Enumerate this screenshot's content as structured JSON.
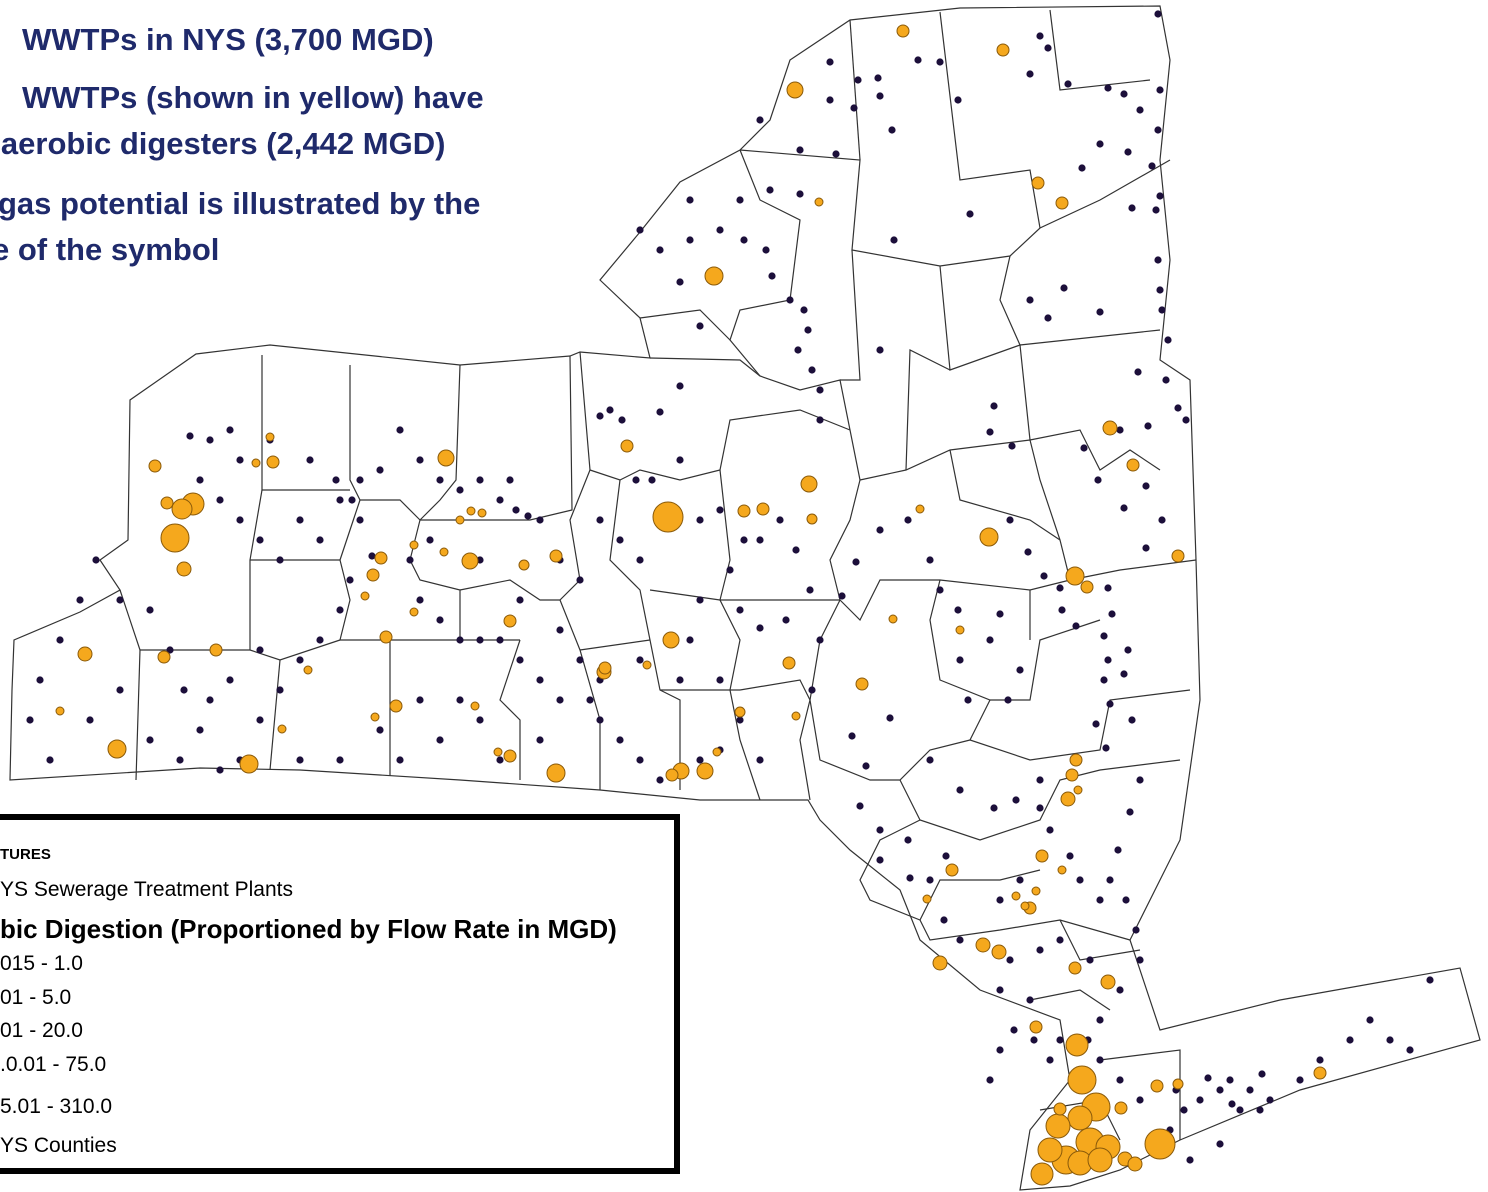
{
  "bullets": [
    "WWTPs in NYS (3,700 MGD)",
    "WWTPs (shown in yellow) have",
    "naerobic digesters (2,442 MGD)",
    "gas potential is illustrated by the",
    "e of the symbol"
  ],
  "legend": {
    "section": "TURES",
    "plants_layer": "YS Sewerage Treatment Plants",
    "heading": "bic Digestion (Proportioned by Flow Rate in MGD)",
    "classes": [
      "015 - 1.0",
      "01 - 5.0",
      "01 - 20.0",
      ".0.01 - 75.0",
      "5.01 - 310.0"
    ],
    "counties_layer": "YS Counties"
  },
  "colors": {
    "plant_dot": "#1c0f3a",
    "digester_fill": "#f5a81d",
    "digester_stroke": "#8a5a0a",
    "county_line": "#333333",
    "bullet_text": "#1f2a6b"
  },
  "map_data": {
    "plants": [
      [
        905,
        30
      ],
      [
        1040,
        36
      ],
      [
        1158,
        14
      ],
      [
        918,
        60
      ],
      [
        940,
        62
      ],
      [
        1048,
        48
      ],
      [
        1030,
        74
      ],
      [
        1068,
        84
      ],
      [
        1108,
        88
      ],
      [
        1124,
        94
      ],
      [
        1160,
        90
      ],
      [
        1140,
        110
      ],
      [
        1158,
        130
      ],
      [
        1100,
        144
      ],
      [
        1128,
        152
      ],
      [
        1082,
        168
      ],
      [
        1152,
        166
      ],
      [
        1160,
        196
      ],
      [
        1132,
        208
      ],
      [
        1156,
        210
      ],
      [
        1158,
        260
      ],
      [
        1160,
        290
      ],
      [
        1162,
        310
      ],
      [
        1100,
        312
      ],
      [
        1064,
        288
      ],
      [
        1030,
        300
      ],
      [
        1048,
        318
      ],
      [
        1168,
        340
      ],
      [
        1166,
        380
      ],
      [
        1138,
        372
      ],
      [
        1178,
        408
      ],
      [
        1148,
        426
      ],
      [
        1120,
        430
      ],
      [
        1186,
        420
      ],
      [
        1084,
        448
      ],
      [
        1098,
        480
      ],
      [
        1146,
        486
      ],
      [
        1124,
        508
      ],
      [
        1162,
        520
      ],
      [
        1146,
        548
      ],
      [
        1178,
        556
      ],
      [
        1108,
        588
      ],
      [
        1112,
        614
      ],
      [
        1104,
        636
      ],
      [
        1108,
        660
      ],
      [
        1104,
        680
      ],
      [
        1110,
        704
      ],
      [
        1096,
        724
      ],
      [
        1106,
        748
      ],
      [
        1128,
        650
      ],
      [
        1124,
        674
      ],
      [
        1132,
        720
      ],
      [
        1140,
        780
      ],
      [
        1130,
        812
      ],
      [
        1118,
        850
      ],
      [
        1110,
        880
      ],
      [
        1126,
        900
      ],
      [
        1136,
        930
      ],
      [
        1140,
        960
      ],
      [
        1120,
        990
      ],
      [
        1100,
        1020
      ],
      [
        830,
        62
      ],
      [
        858,
        80
      ],
      [
        878,
        78
      ],
      [
        880,
        96
      ],
      [
        830,
        100
      ],
      [
        854,
        108
      ],
      [
        892,
        130
      ],
      [
        958,
        100
      ],
      [
        970,
        214
      ],
      [
        894,
        240
      ],
      [
        880,
        350
      ],
      [
        994,
        406
      ],
      [
        990,
        432
      ],
      [
        1012,
        446
      ],
      [
        1010,
        520
      ],
      [
        1028,
        552
      ],
      [
        1044,
        576
      ],
      [
        1060,
        588
      ],
      [
        1062,
        610
      ],
      [
        1076,
        626
      ],
      [
        1000,
        614
      ],
      [
        990,
        640
      ],
      [
        1020,
        670
      ],
      [
        1008,
        700
      ],
      [
        968,
        700
      ],
      [
        960,
        660
      ],
      [
        958,
        610
      ],
      [
        940,
        590
      ],
      [
        930,
        560
      ],
      [
        908,
        520
      ],
      [
        880,
        530
      ],
      [
        856,
        562
      ],
      [
        842,
        596
      ],
      [
        820,
        640
      ],
      [
        812,
        690
      ],
      [
        852,
        736
      ],
      [
        866,
        766
      ],
      [
        890,
        718
      ],
      [
        930,
        760
      ],
      [
        960,
        790
      ],
      [
        994,
        808
      ],
      [
        1016,
        800
      ],
      [
        1040,
        780
      ],
      [
        1040,
        808
      ],
      [
        1050,
        830
      ],
      [
        1070,
        856
      ],
      [
        1080,
        880
      ],
      [
        1100,
        900
      ],
      [
        1090,
        960
      ],
      [
        1060,
        940
      ],
      [
        1040,
        950
      ],
      [
        1010,
        960
      ],
      [
        1000,
        990
      ],
      [
        1030,
        1000
      ],
      [
        960,
        940
      ],
      [
        944,
        920
      ],
      [
        930,
        880
      ],
      [
        908,
        840
      ],
      [
        880,
        830
      ],
      [
        860,
        806
      ],
      [
        880,
        860
      ],
      [
        910,
        878
      ],
      [
        946,
        856
      ],
      [
        1020,
        880
      ],
      [
        1000,
        900
      ],
      [
        760,
        120
      ],
      [
        800,
        150
      ],
      [
        836,
        154
      ],
      [
        770,
        190
      ],
      [
        800,
        194
      ],
      [
        690,
        200
      ],
      [
        690,
        240
      ],
      [
        720,
        230
      ],
      [
        740,
        200
      ],
      [
        744,
        240
      ],
      [
        766,
        250
      ],
      [
        772,
        276
      ],
      [
        790,
        300
      ],
      [
        804,
        310
      ],
      [
        808,
        330
      ],
      [
        798,
        350
      ],
      [
        812,
        370
      ],
      [
        820,
        390
      ],
      [
        820,
        420
      ],
      [
        700,
        326
      ],
      [
        680,
        282
      ],
      [
        660,
        250
      ],
      [
        640,
        230
      ],
      [
        680,
        386
      ],
      [
        660,
        412
      ],
      [
        610,
        410
      ],
      [
        600,
        416
      ],
      [
        622,
        420
      ],
      [
        636,
        480
      ],
      [
        652,
        480
      ],
      [
        680,
        460
      ],
      [
        700,
        520
      ],
      [
        720,
        510
      ],
      [
        744,
        540
      ],
      [
        760,
        540
      ],
      [
        780,
        520
      ],
      [
        796,
        550
      ],
      [
        810,
        590
      ],
      [
        786,
        620
      ],
      [
        760,
        628
      ],
      [
        740,
        610
      ],
      [
        730,
        570
      ],
      [
        700,
        600
      ],
      [
        690,
        640
      ],
      [
        680,
        680
      ],
      [
        720,
        680
      ],
      [
        740,
        720
      ],
      [
        760,
        760
      ],
      [
        720,
        750
      ],
      [
        700,
        760
      ],
      [
        660,
        780
      ],
      [
        640,
        760
      ],
      [
        620,
        740
      ],
      [
        600,
        720
      ],
      [
        590,
        700
      ],
      [
        580,
        660
      ],
      [
        560,
        630
      ],
      [
        520,
        600
      ],
      [
        480,
        560
      ],
      [
        460,
        520
      ],
      [
        440,
        480
      ],
      [
        420,
        460
      ],
      [
        400,
        430
      ],
      [
        380,
        470
      ],
      [
        360,
        480
      ],
      [
        340,
        500
      ],
      [
        320,
        540
      ],
      [
        300,
        520
      ],
      [
        280,
        560
      ],
      [
        260,
        540
      ],
      [
        240,
        520
      ],
      [
        220,
        500
      ],
      [
        200,
        480
      ],
      [
        210,
        440
      ],
      [
        240,
        460
      ],
      [
        190,
        436
      ],
      [
        230,
        430
      ],
      [
        270,
        440
      ],
      [
        310,
        460
      ],
      [
        336,
        480
      ],
      [
        352,
        500
      ],
      [
        360,
        520
      ],
      [
        372,
        556
      ],
      [
        350,
        580
      ],
      [
        340,
        610
      ],
      [
        320,
        640
      ],
      [
        300,
        660
      ],
      [
        280,
        690
      ],
      [
        260,
        720
      ],
      [
        240,
        760
      ],
      [
        220,
        770
      ],
      [
        200,
        730
      ],
      [
        184,
        690
      ],
      [
        170,
        650
      ],
      [
        150,
        610
      ],
      [
        120,
        600
      ],
      [
        96,
        560
      ],
      [
        80,
        600
      ],
      [
        60,
        640
      ],
      [
        40,
        680
      ],
      [
        30,
        720
      ],
      [
        50,
        760
      ],
      [
        90,
        720
      ],
      [
        120,
        690
      ],
      [
        150,
        740
      ],
      [
        180,
        760
      ],
      [
        210,
        700
      ],
      [
        230,
        680
      ],
      [
        260,
        650
      ],
      [
        300,
        760
      ],
      [
        340,
        760
      ],
      [
        380,
        730
      ],
      [
        420,
        700
      ],
      [
        460,
        700
      ],
      [
        500,
        760
      ],
      [
        540,
        740
      ],
      [
        560,
        700
      ],
      [
        600,
        680
      ],
      [
        640,
        660
      ],
      [
        560,
        560
      ],
      [
        580,
        580
      ],
      [
        600,
        520
      ],
      [
        620,
        540
      ],
      [
        640,
        560
      ],
      [
        516,
        510
      ],
      [
        528,
        516
      ],
      [
        540,
        520
      ],
      [
        510,
        480
      ],
      [
        500,
        500
      ],
      [
        480,
        480
      ],
      [
        460,
        490
      ],
      [
        430,
        540
      ],
      [
        410,
        560
      ],
      [
        420,
        600
      ],
      [
        440,
        620
      ],
      [
        460,
        640
      ],
      [
        480,
        640
      ],
      [
        500,
        640
      ],
      [
        520,
        660
      ],
      [
        540,
        680
      ],
      [
        480,
        720
      ],
      [
        440,
        740
      ],
      [
        400,
        760
      ],
      [
        1300,
        1080
      ],
      [
        1250,
        1090
      ],
      [
        1232,
        1104
      ],
      [
        1220,
        1090
      ],
      [
        1200,
        1100
      ],
      [
        1184,
        1110
      ],
      [
        1176,
        1090
      ],
      [
        1208,
        1078
      ],
      [
        1230,
        1080
      ],
      [
        1262,
        1074
      ],
      [
        1270,
        1100
      ],
      [
        1320,
        1060
      ],
      [
        1350,
        1040
      ],
      [
        1370,
        1020
      ],
      [
        1390,
        1040
      ],
      [
        1410,
        1050
      ],
      [
        1430,
        980
      ],
      [
        1260,
        1110
      ],
      [
        1240,
        1110
      ],
      [
        1220,
        1144
      ],
      [
        1190,
        1160
      ],
      [
        1170,
        1130
      ],
      [
        1140,
        1100
      ],
      [
        1120,
        1080
      ],
      [
        1100,
        1060
      ],
      [
        1088,
        1040
      ],
      [
        1060,
        1040
      ],
      [
        1050,
        1060
      ],
      [
        1034,
        1040
      ],
      [
        1014,
        1030
      ],
      [
        1000,
        1050
      ],
      [
        990,
        1080
      ]
    ],
    "digesters": [
      [
        903,
        31,
        6
      ],
      [
        1003,
        50,
        6
      ],
      [
        795,
        90,
        8
      ],
      [
        1038,
        183,
        6
      ],
      [
        1062,
        203,
        6
      ],
      [
        714,
        276,
        9
      ],
      [
        819,
        202,
        4
      ],
      [
        627,
        446,
        6
      ],
      [
        155,
        466,
        6
      ],
      [
        270,
        437,
        4
      ],
      [
        273,
        462,
        6
      ],
      [
        256,
        463,
        4
      ],
      [
        446,
        458,
        8
      ],
      [
        167,
        503,
        6
      ],
      [
        193,
        504,
        11
      ],
      [
        182,
        509,
        10
      ],
      [
        175,
        538,
        14
      ],
      [
        184,
        569,
        7
      ],
      [
        381,
        558,
        6
      ],
      [
        373,
        575,
        6
      ],
      [
        365,
        596,
        4
      ],
      [
        414,
        545,
        4
      ],
      [
        444,
        552,
        4
      ],
      [
        470,
        561,
        8
      ],
      [
        471,
        511,
        4
      ],
      [
        482,
        513,
        4
      ],
      [
        524,
        565,
        5
      ],
      [
        556,
        556,
        6
      ],
      [
        510,
        621,
        6
      ],
      [
        460,
        520,
        4
      ],
      [
        386,
        637,
        6
      ],
      [
        414,
        612,
        4
      ],
      [
        668,
        517,
        15
      ],
      [
        744,
        511,
        6
      ],
      [
        763,
        509,
        6
      ],
      [
        809,
        484,
        8
      ],
      [
        812,
        519,
        5
      ],
      [
        671,
        640,
        8
      ],
      [
        604,
        672,
        7
      ],
      [
        647,
        665,
        4
      ],
      [
        605,
        668,
        6
      ],
      [
        789,
        663,
        6
      ],
      [
        740,
        712,
        5
      ],
      [
        796,
        716,
        4
      ],
      [
        681,
        771,
        8
      ],
      [
        672,
        775,
        6
      ],
      [
        705,
        771,
        8
      ],
      [
        717,
        752,
        4
      ],
      [
        556,
        773,
        9
      ],
      [
        510,
        756,
        6
      ],
      [
        498,
        752,
        4
      ],
      [
        475,
        706,
        4
      ],
      [
        396,
        706,
        6
      ],
      [
        375,
        717,
        4
      ],
      [
        249,
        764,
        9
      ],
      [
        282,
        729,
        4
      ],
      [
        308,
        670,
        4
      ],
      [
        216,
        650,
        6
      ],
      [
        164,
        657,
        6
      ],
      [
        85,
        654,
        7
      ],
      [
        117,
        749,
        9
      ],
      [
        60,
        711,
        4
      ],
      [
        1110,
        428,
        7
      ],
      [
        1133,
        465,
        6
      ],
      [
        1178,
        556,
        6
      ],
      [
        989,
        537,
        9
      ],
      [
        1075,
        576,
        9
      ],
      [
        1087,
        587,
        6
      ],
      [
        920,
        509,
        4
      ],
      [
        893,
        619,
        4
      ],
      [
        960,
        630,
        4
      ],
      [
        862,
        684,
        6
      ],
      [
        1072,
        775,
        6
      ],
      [
        1076,
        760,
        6
      ],
      [
        1068,
        799,
        7
      ],
      [
        1078,
        790,
        4
      ],
      [
        1042,
        856,
        6
      ],
      [
        1062,
        870,
        4
      ],
      [
        1030,
        908,
        6
      ],
      [
        1025,
        906,
        4
      ],
      [
        1036,
        891,
        4
      ],
      [
        1016,
        896,
        4
      ],
      [
        927,
        899,
        4
      ],
      [
        952,
        870,
        6
      ],
      [
        983,
        945,
        7
      ],
      [
        999,
        952,
        7
      ],
      [
        940,
        963,
        7
      ],
      [
        1075,
        968,
        6
      ],
      [
        1108,
        982,
        7
      ],
      [
        1036,
        1027,
        6
      ],
      [
        1077,
        1045,
        11
      ],
      [
        1082,
        1080,
        14
      ],
      [
        1096,
        1107,
        14
      ],
      [
        1080,
        1118,
        12
      ],
      [
        1058,
        1126,
        12
      ],
      [
        1090,
        1142,
        14
      ],
      [
        1108,
        1147,
        12
      ],
      [
        1066,
        1160,
        14
      ],
      [
        1050,
        1150,
        12
      ],
      [
        1042,
        1174,
        11
      ],
      [
        1080,
        1163,
        12
      ],
      [
        1100,
        1160,
        12
      ],
      [
        1125,
        1159,
        7
      ],
      [
        1135,
        1164,
        7
      ],
      [
        1160,
        1144,
        15
      ],
      [
        1157,
        1086,
        6
      ],
      [
        1178,
        1084,
        5
      ],
      [
        1121,
        1108,
        6
      ],
      [
        1320,
        1073,
        6
      ],
      [
        1060,
        1109,
        6
      ]
    ]
  }
}
